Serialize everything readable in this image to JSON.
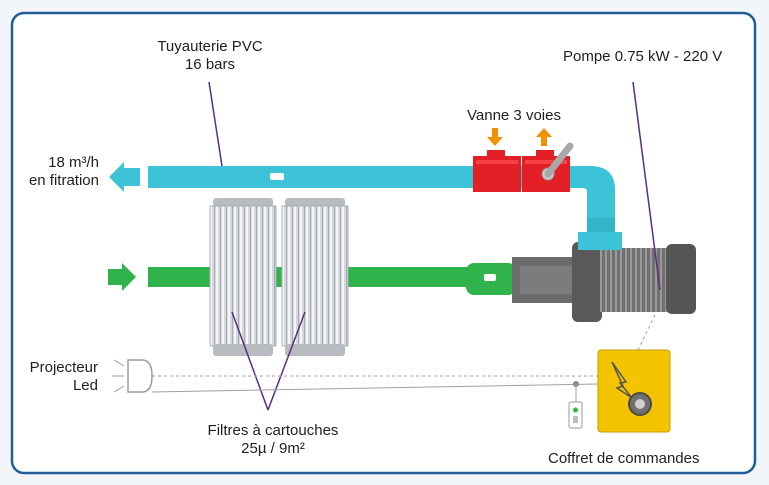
{
  "labels": {
    "pipe_title_1": "Tuyauterie PVC",
    "pipe_title_2": "16 bars",
    "pump_title": "Pompe 0.75 kW - 220 V",
    "valve_title": "Vanne 3 voies",
    "flow_1": "18 m³/h",
    "flow_2": "en fitration",
    "projector_1": "Projecteur",
    "projector_2": "Led",
    "filters_1": "Filtres à cartouches",
    "filters_2": "25µ / 9m²",
    "control_box": "Coffret de commandes"
  },
  "colors": {
    "frame": "#1f5e96",
    "pipe_return": "#3cc3d8",
    "pipe_suction": "#2fb34a",
    "valve": "#e31e24",
    "arrow_orange": "#f39200",
    "pump_body": "#6c6c6c",
    "control_box": "#f5c400",
    "leader_line": "#5a2d82"
  }
}
